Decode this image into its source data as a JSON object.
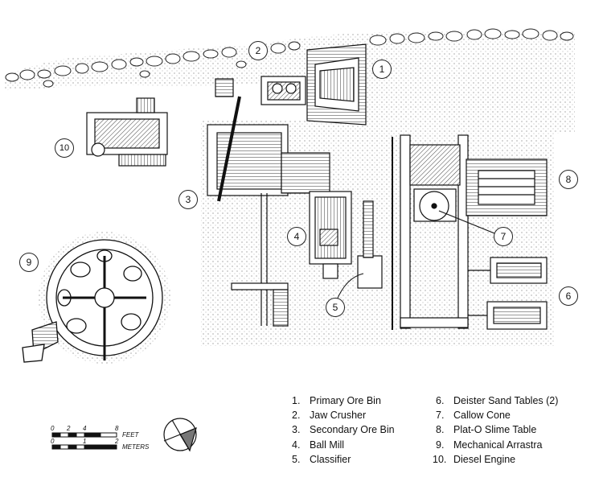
{
  "callouts": [
    {
      "id": "1",
      "label": "1"
    },
    {
      "id": "2",
      "label": "2"
    },
    {
      "id": "3",
      "label": "3"
    },
    {
      "id": "4",
      "label": "4"
    },
    {
      "id": "5",
      "label": "5"
    },
    {
      "id": "6",
      "label": "6"
    },
    {
      "id": "7",
      "label": "7"
    },
    {
      "id": "8",
      "label": "8"
    },
    {
      "id": "9",
      "label": "9"
    },
    {
      "id": "10",
      "label": "10"
    }
  ],
  "legend": {
    "left": [
      {
        "num": "1.",
        "text": "Primary Ore Bin"
      },
      {
        "num": "2.",
        "text": "Jaw  Crusher"
      },
      {
        "num": "3.",
        "text": "Secondary Ore Bin"
      },
      {
        "num": "4.",
        "text": "Ball Mill"
      },
      {
        "num": "5.",
        "text": "Classifier"
      }
    ],
    "right": [
      {
        "num": "6.",
        "text": "Deister Sand Tables (2)"
      },
      {
        "num": "7.",
        "text": "Callow Cone"
      },
      {
        "num": "8.",
        "text": "Plat-O Slime Table"
      },
      {
        "num": "9.",
        "text": "Mechanical Arrastra"
      },
      {
        "num": "10.",
        "text": "Diesel Engine"
      }
    ]
  },
  "scale": {
    "feet_label": "FEET",
    "meters_label": "METERS",
    "feet_ticks": [
      "0",
      "2",
      "4",
      "8"
    ],
    "meter_ticks": [
      "0",
      "1",
      "2"
    ]
  }
}
